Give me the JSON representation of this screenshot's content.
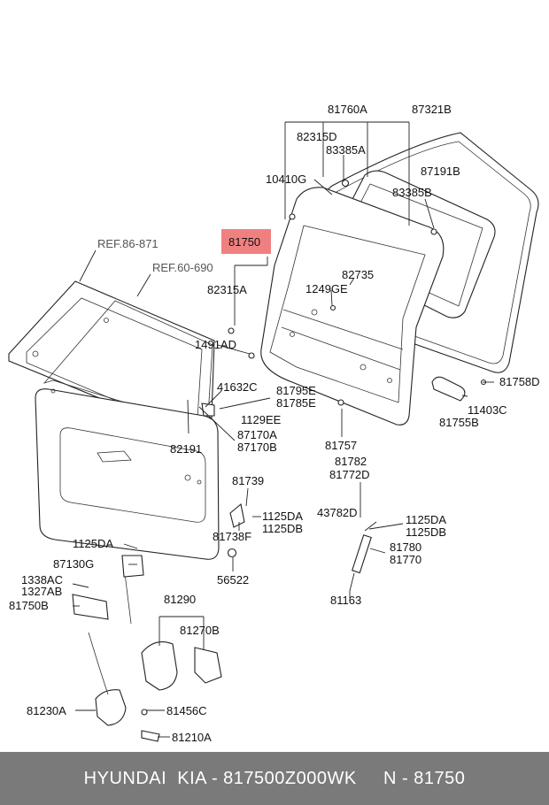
{
  "diagram": {
    "callouts": {
      "ref_86_871": "REF.86-871",
      "ref_60_690": "REF.60-690",
      "p81750_highlight": "81750",
      "p81760A": "81760A",
      "p87321B": "87321B",
      "p82315D": "82315D",
      "p83385A": "83385A",
      "p87191B": "87191B",
      "p10410G": "10410G",
      "p83385B": "83385B",
      "p82315A": "82315A",
      "p82735": "82735",
      "p1249GE": "1249GE",
      "p1491AD": "1491AD",
      "p41632C": "41632C",
      "p81795E": "81795E",
      "p81785E": "81785E",
      "p81758D": "81758D",
      "p1129EE": "1129EE",
      "p11403C": "11403C",
      "p87170A": "87170A",
      "p87170B": "87170B",
      "p81755B": "81755B",
      "p82191": "82191",
      "p81757": "81757",
      "p81782": "81782",
      "p81772D": "81772D",
      "p81739": "81739",
      "p43782D": "43782D",
      "p1125DA_a": "1125DA",
      "p1125DB_a": "1125DB",
      "p1125DA_b": "1125DA",
      "p1125DB_b": "1125DB",
      "p81738F": "81738F",
      "p1125DA_c": "1125DA",
      "p81780": "81780",
      "p81770": "81770",
      "p87130G": "87130G",
      "p56522": "56522",
      "p1338AC": "1338AC",
      "p1327AB": "1327AB",
      "p81163": "81163",
      "p81750B": "81750B",
      "p81290": "81290",
      "p81270B": "81270B",
      "p81230A": "81230A",
      "p81456C": "81456C",
      "p81210A": "81210A"
    },
    "highlight_color": "#f08080"
  },
  "footer": {
    "text": "HYUNDAI  KIA - 817500Z000WK     N - 81750"
  }
}
